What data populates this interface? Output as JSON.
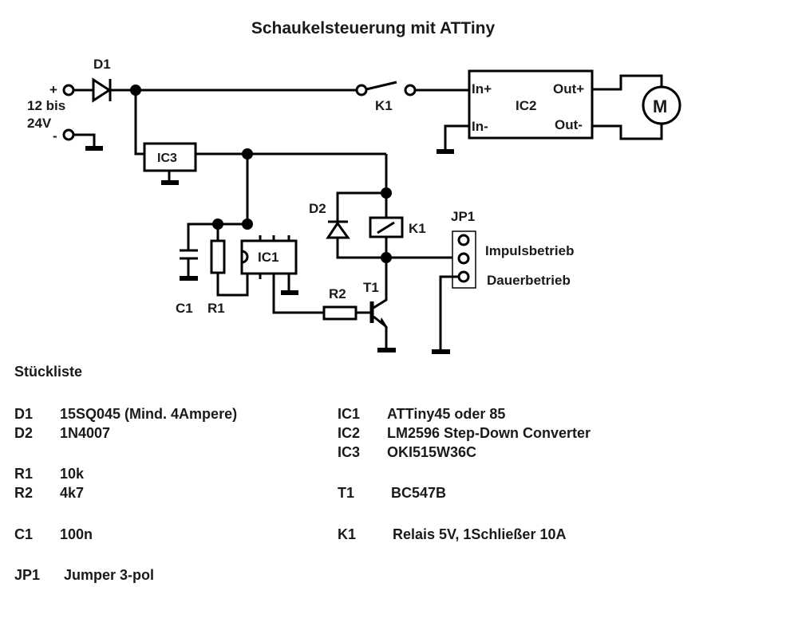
{
  "title": "Schaukelsteuerung mit ATTiny",
  "schematic": {
    "labels": {
      "d1": "D1",
      "d2": "D2",
      "plus": "+",
      "minus": "-",
      "supply_line1": "12 bis",
      "supply_line2": "24V",
      "ic1": "IC1",
      "ic2": "IC2",
      "ic3": "IC3",
      "ic2_in_plus": "In+",
      "ic2_in_minus": "In-",
      "ic2_out_plus": "Out+",
      "ic2_out_minus": "Out-",
      "motor": "M",
      "k1_switch": "K1",
      "k1_coil": "K1",
      "jp1": "JP1",
      "jp1_mode1": "Impulsbetrieb",
      "jp1_mode2": "Dauerbetrieb",
      "c1": "C1",
      "r1": "R1",
      "r2": "R2",
      "t1": "T1"
    }
  },
  "bom": {
    "heading": "Stückliste",
    "left": [
      {
        "ref": "D1",
        "value": "15SQ045 (Mind. 4Ampere)"
      },
      {
        "ref": "D2",
        "value": "1N4007"
      },
      {
        "ref": "R1",
        "value": "10k"
      },
      {
        "ref": "R2",
        "value": "4k7"
      },
      {
        "ref": "C1",
        "value": "100n"
      },
      {
        "ref": "JP1",
        "value": "Jumper 3-pol"
      }
    ],
    "right": [
      {
        "ref": "IC1",
        "value": "ATTiny45 oder 85"
      },
      {
        "ref": "IC2",
        "value": "LM2596 Step-Down Converter"
      },
      {
        "ref": "IC3",
        "value": "OKI515W36C"
      },
      {
        "ref": "T1",
        "value": "BC547B"
      },
      {
        "ref": "K1",
        "value": "Relais 5V, 1Schließer 10A"
      }
    ]
  }
}
